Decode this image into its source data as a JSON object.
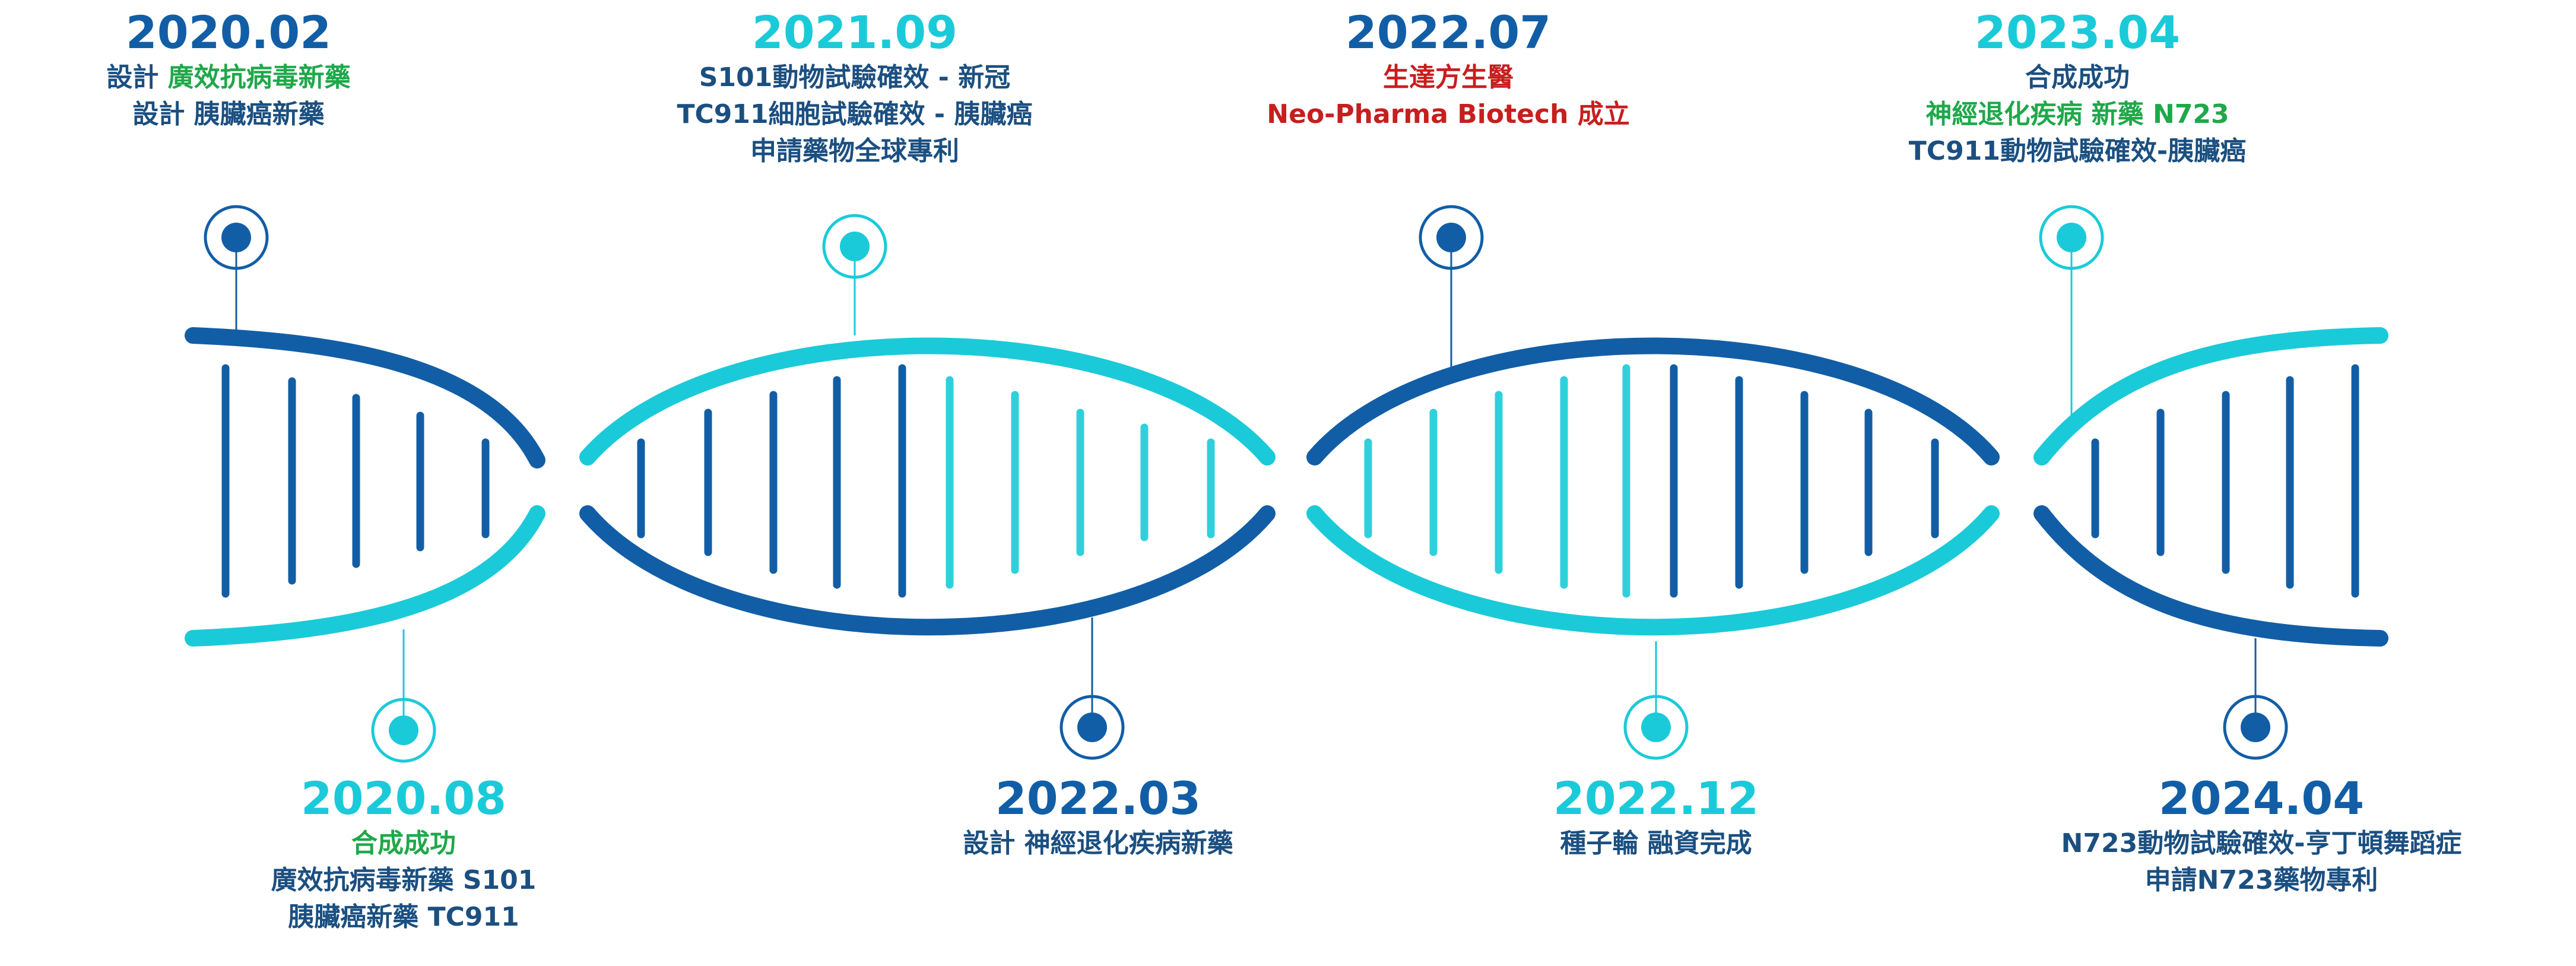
{
  "colors": {
    "dark_blue": "#125ea6",
    "cyan": "#1bcad8",
    "text_navy": "#1b4f80",
    "highlight_green": "#1fa84a",
    "highlight_red": "#c71e1e",
    "bar_cyan": "#2fd0dc"
  },
  "timeline": {
    "top": [
      {
        "date": "2020.02",
        "marker": "dark",
        "lines": [
          {
            "prefix": "設計 ",
            "highlight": "廣效抗病毒新藥"
          },
          {
            "text": "設計 胰臟癌新藥"
          }
        ]
      },
      {
        "date": "2021.09",
        "marker": "cyan",
        "lines": [
          {
            "text": "S101動物試驗確效 - 新冠"
          },
          {
            "text": "TC911細胞試驗確效 - 胰臟癌"
          },
          {
            "text": "申請藥物全球專利"
          }
        ]
      },
      {
        "date": "2022.07",
        "marker": "dark",
        "lines": [
          {
            "text": "生達方生醫",
            "style": "red"
          },
          {
            "text": "Neo-Pharma Biotech 成立",
            "style": "red"
          }
        ]
      },
      {
        "date": "2023.04",
        "marker": "cyan",
        "lines": [
          {
            "text": "合成成功"
          },
          {
            "text": "神經退化疾病 新藥 N723",
            "style": "green"
          },
          {
            "text": "TC911動物試驗確效-胰臟癌"
          }
        ]
      }
    ],
    "bottom": [
      {
        "date": "2020.08",
        "marker": "cyan",
        "lines": [
          {
            "text": "合成成功",
            "style": "green"
          },
          {
            "text": "廣效抗病毒新藥 S101"
          },
          {
            "text": "胰臟癌新藥 TC911"
          }
        ]
      },
      {
        "date": "2022.03",
        "marker": "dark",
        "lines": [
          {
            "text": "設計 神經退化疾病新藥"
          }
        ]
      },
      {
        "date": "2022.12",
        "marker": "cyan",
        "lines": [
          {
            "text": "種子輪 融資完成"
          }
        ]
      },
      {
        "date": "2024.04",
        "marker": "dark",
        "lines": [
          {
            "text": "N723動物試驗確效-亨丁頓舞蹈症"
          },
          {
            "text": "申請N723藥物專利"
          }
        ]
      }
    ]
  }
}
